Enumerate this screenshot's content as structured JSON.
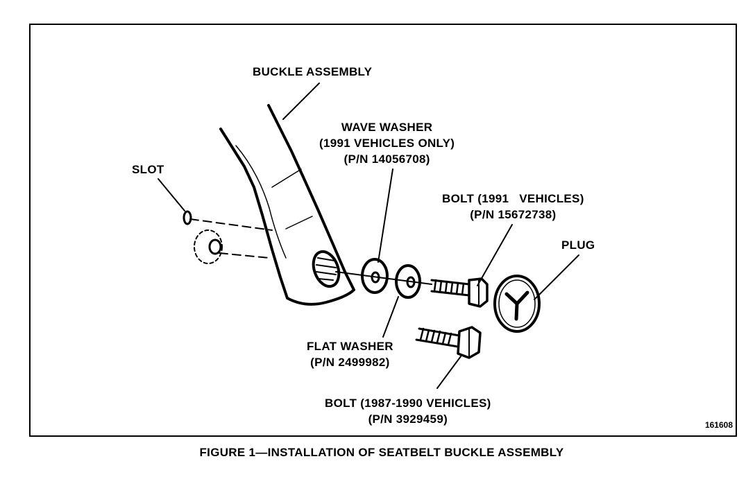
{
  "labels": {
    "buckle_assembly": "BUCKLE ASSEMBLY",
    "slot": "SLOT",
    "wave_washer": [
      "WAVE WASHER",
      "(1991 VEHICLES ONLY)",
      "(P/N 14056708)"
    ],
    "bolt_1991": [
      "BOLT (1991   VEHICLES)",
      "(P/N 15672738)"
    ],
    "plug": "PLUG",
    "flat_washer": [
      "FLAT WASHER",
      "(P/N 2499982)"
    ],
    "bolt_1987_1990": [
      "BOLT (1987-1990 VEHICLES)",
      "(P/N 3929459)"
    ]
  },
  "figure_number": "161608",
  "caption": "FIGURE 1—INSTALLATION OF SEATBELT BUCKLE ASSEMBLY"
}
